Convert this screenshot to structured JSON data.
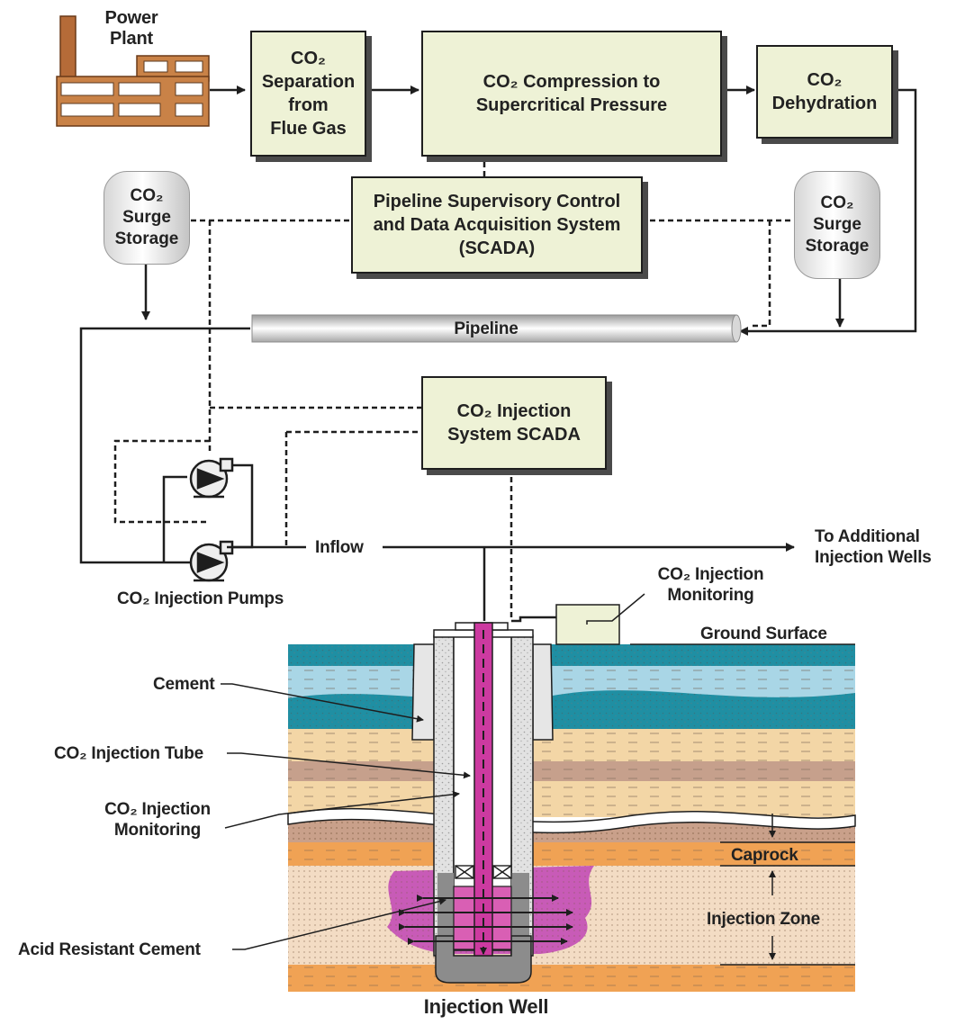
{
  "diagram": {
    "power_plant": "Power\nPlant",
    "separation": "CO₂\nSeparation\nfrom\nFlue Gas",
    "compression": "CO₂ Compression to\nSupercritical Pressure",
    "dehydration": "CO₂\nDehydration",
    "pipeline_scada": "Pipeline Supervisory Control\nand Data Acquisition System\n(SCADA)",
    "surge_storage_left": "CO₂\nSurge\nStorage",
    "surge_storage_right": "CO₂\nSurge\nStorage",
    "pipeline": "Pipeline",
    "injection_scada": "CO₂ Injection\nSystem SCADA",
    "inflow": "Inflow",
    "additional_wells": "To Additional\nInjection Wells",
    "injection_pumps": "CO₂ Injection Pumps",
    "monitoring_top": "CO₂ Injection\nMonitoring",
    "ground_surface": "Ground Surface",
    "cement": "Cement",
    "injection_tube": "CO₂ Injection Tube",
    "monitoring_side": "CO₂ Injection\nMonitoring",
    "caprock": "Caprock",
    "injection_zone": "Injection Zone",
    "acid_cement": "Acid Resistant Cement",
    "injection_well": "Injection Well"
  },
  "colors": {
    "box_fill": "#eef2d6",
    "tube_magenta": "#cc3aa0",
    "plume": "#c85bb7",
    "layer_teal": "#1f8fa3",
    "layer_lightblue": "#a9d6e6",
    "layer_sand": "#f3d6a6",
    "layer_brown": "#c6a08c",
    "layer_orange": "#f0a254",
    "injection_zone": "#f3dcc4"
  }
}
